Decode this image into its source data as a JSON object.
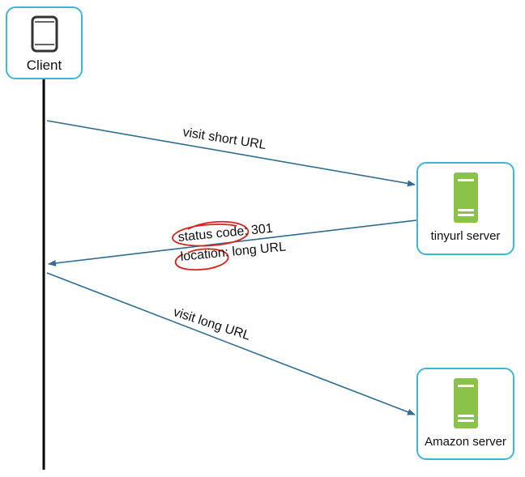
{
  "client": {
    "label": "Client"
  },
  "tinyurl": {
    "label": "tinyurl server"
  },
  "amazon": {
    "label": "Amazon server"
  },
  "messages": {
    "visit_short": "visit short URL",
    "status_line": "status code: 301",
    "location_line": "location: long URL",
    "visit_long": "visit long URL"
  },
  "colors": {
    "box_border": "#3fb6d6",
    "arrow": "#2e6e94",
    "server": "#8bc34a",
    "annotation": "#d9231c",
    "lifeline": "#000000"
  }
}
